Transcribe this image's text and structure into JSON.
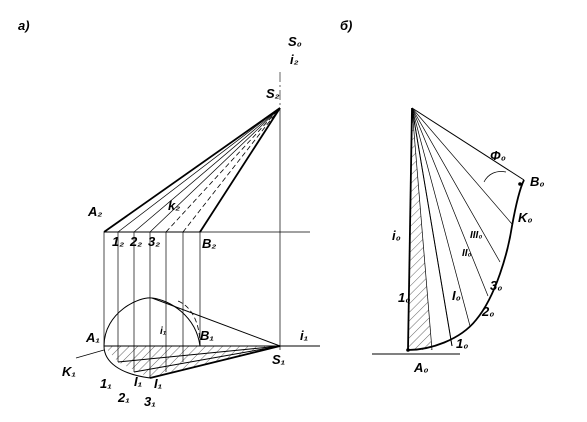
{
  "view_a": {
    "panel_label": "а)",
    "S0": "S₀",
    "i2": "i₂",
    "S2": "S₂",
    "A2": "A₂",
    "k2": "k₂",
    "pts2": [
      "1₂",
      "2₂",
      "3₂"
    ],
    "B2": "B₂",
    "A1": "A₁",
    "B1": "B₁",
    "i1": "i₁",
    "S1": "S₁",
    "K1": "K₁",
    "pts1": [
      "1₁",
      "2₁",
      "3₁"
    ],
    "f1": "I₁",
    "f2": "I₁",
    "i1_small": "i₁"
  },
  "view_b": {
    "panel_label": "б)",
    "phi0": "Φ₀",
    "B0": "B₀",
    "K0": "K₀",
    "i0": "i₀",
    "I0": "I₀",
    "II0": "II₀",
    "III0": "III₀",
    "pts0": [
      "1₀",
      "2₀",
      "3₀"
    ],
    "A0": "A₀"
  }
}
